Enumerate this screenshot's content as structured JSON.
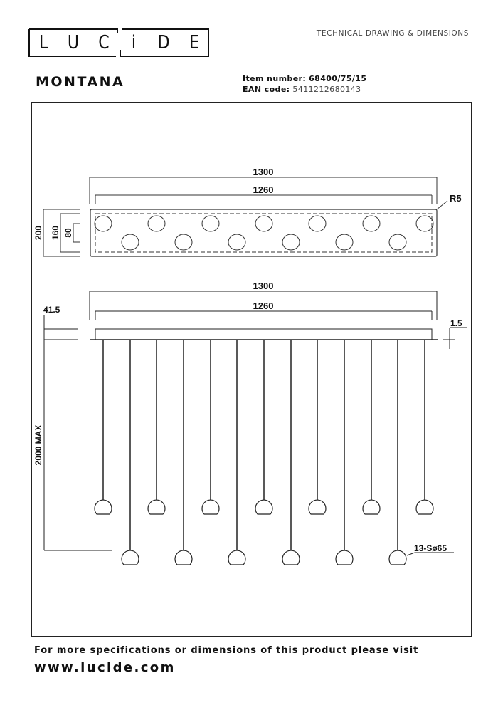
{
  "header": {
    "brand_letters": [
      "L",
      "U",
      "C",
      "i",
      "D",
      "E"
    ],
    "brand": "LUCIDE",
    "section_title": "TECHNICAL DRAWING & DIMENSIONS",
    "product_name": "MONTANA",
    "item_number_label": "Item number:",
    "item_number": "68400/75/15",
    "ean_label": "EAN code:",
    "ean_code": "5411212680143"
  },
  "drawing": {
    "top_view": {
      "overall_width_label": "1300",
      "inner_width_label": "1260",
      "corner_radius_label": "R5",
      "depth_outer_label": "200",
      "depth_inner_label": "160",
      "row_offset_label": "80",
      "holes_upper_row_x": [
        145,
        220,
        296,
        371,
        446,
        522,
        597
      ],
      "holes_lower_row_x": [
        183,
        258,
        333,
        409,
        484,
        559
      ]
    },
    "side_view": {
      "overall_width_label": "1300",
      "inner_width_label": "1260",
      "canopy_height_label": "41.5",
      "plate_thickness_label": "1.5",
      "max_height_label": "2000 MAX",
      "shade_label": "13-Sø65",
      "pendant_x": [
        145,
        183,
        220,
        258,
        296,
        333,
        371,
        409,
        446,
        484,
        522,
        559,
        597
      ],
      "pendant_row": [
        "upper",
        "lower",
        "upper",
        "lower",
        "upper",
        "lower",
        "upper",
        "lower",
        "upper",
        "lower",
        "upper",
        "lower",
        "upper"
      ]
    }
  },
  "footer": {
    "more_info_text": "For more specifications or dimensions of this product please visit",
    "website": "www.lucide.com"
  }
}
